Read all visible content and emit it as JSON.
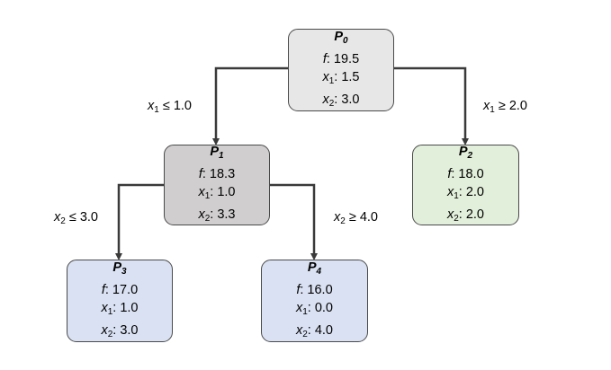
{
  "nodes": {
    "p0": {
      "title_var": "P",
      "title_sub": "0",
      "f": "19.5",
      "x1": "1.5",
      "x2": "3.0",
      "color": "#e7e7e7"
    },
    "p1": {
      "title_var": "P",
      "title_sub": "1",
      "f": "18.3",
      "x1": "1.0",
      "x2": "3.3",
      "color": "#d0cece"
    },
    "p2": {
      "title_var": "P",
      "title_sub": "2",
      "f": "18.0",
      "x1": "2.0",
      "x2": "2.0",
      "color": "#e2efda"
    },
    "p3": {
      "title_var": "P",
      "title_sub": "3",
      "f": "17.0",
      "x1": "1.0",
      "x2": "3.0",
      "color": "#d9e1f2"
    },
    "p4": {
      "title_var": "P",
      "title_sub": "4",
      "f": "16.0",
      "x1": "0.0",
      "x2": "4.0",
      "color": "#d9e1f2"
    }
  },
  "labels": {
    "f": "f",
    "x": "x",
    "sub1": "1",
    "sub2": "2",
    "sep": ": "
  },
  "edges": {
    "p0_p1": {
      "var_sub": "1",
      "op": "≤",
      "value": "1.0"
    },
    "p0_p2": {
      "var_sub": "1",
      "op": "≥",
      "value": "2.0"
    },
    "p1_p3": {
      "var_sub": "2",
      "op": "≤",
      "value": "3.0"
    },
    "p1_p4": {
      "var_sub": "2",
      "op": "≥",
      "value": "4.0"
    }
  }
}
